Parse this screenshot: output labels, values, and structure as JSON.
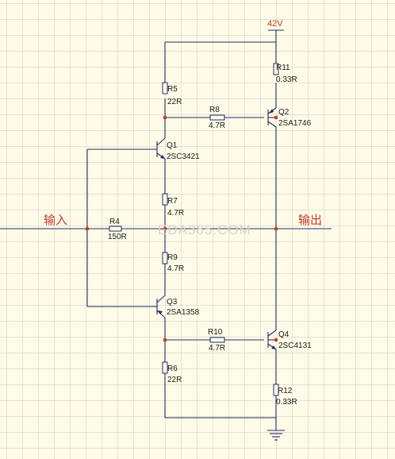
{
  "supply": "42V",
  "input_label": "输入",
  "output_label": "输出",
  "watermark": "EDA365.COM",
  "colors": {
    "background": "#fffbe8",
    "grid": "#b9b9b9",
    "wire": "#1f2f66",
    "node": "#c0392b",
    "label_red": "#c0392b"
  },
  "resistors": [
    {
      "ref": "R11",
      "value": "0.33R"
    },
    {
      "ref": "R5",
      "value": "22R"
    },
    {
      "ref": "R8",
      "value": "4.7R"
    },
    {
      "ref": "R7",
      "value": "4.7R"
    },
    {
      "ref": "R4",
      "value": "150R"
    },
    {
      "ref": "R9",
      "value": "4.7R"
    },
    {
      "ref": "R10",
      "value": "4.7R"
    },
    {
      "ref": "R6",
      "value": "22R"
    },
    {
      "ref": "R12",
      "value": "0.33R"
    }
  ],
  "transistors": [
    {
      "ref": "Q1",
      "part": "2SC3421"
    },
    {
      "ref": "Q2",
      "part": "2SA1746"
    },
    {
      "ref": "Q3",
      "part": "2SA1358"
    },
    {
      "ref": "Q4",
      "part": "2SC4131"
    }
  ]
}
